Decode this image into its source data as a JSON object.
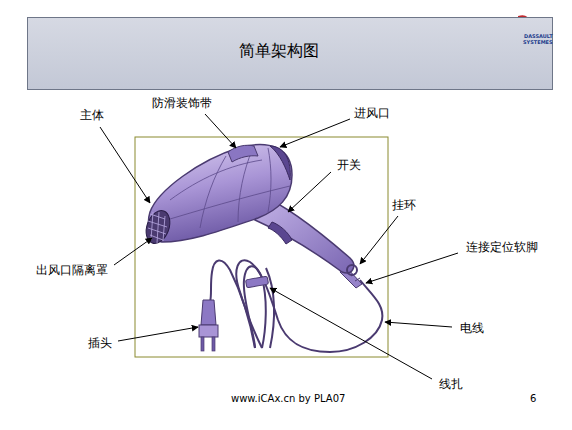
{
  "diagram": {
    "title": "简单架构图",
    "labels": [
      "DASSAULT",
      "SYSTEMES",
      "主体",
      "防滑装饰带",
      "进风口",
      "开关",
      "挂环",
      "连接定位软脚",
      "出风口隔离罩",
      "电线",
      "插头",
      "线扎",
      "www.iCAx.cn  by PLA07",
      "6"
    ]
  }
}
